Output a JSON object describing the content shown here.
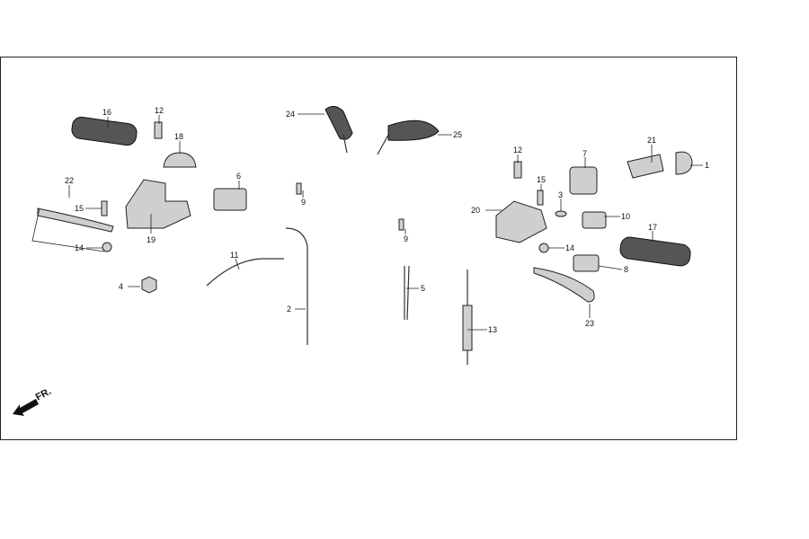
{
  "diagram": {
    "direction_label": "FR.",
    "callouts": [
      "16",
      "12",
      "18",
      "22",
      "15",
      "14",
      "19",
      "6",
      "9",
      "4",
      "11",
      "2",
      "24",
      "25",
      "9",
      "5",
      "13",
      "12",
      "15",
      "3",
      "20",
      "7",
      "21",
      "1",
      "10",
      "17",
      "14",
      "8",
      "23"
    ]
  }
}
